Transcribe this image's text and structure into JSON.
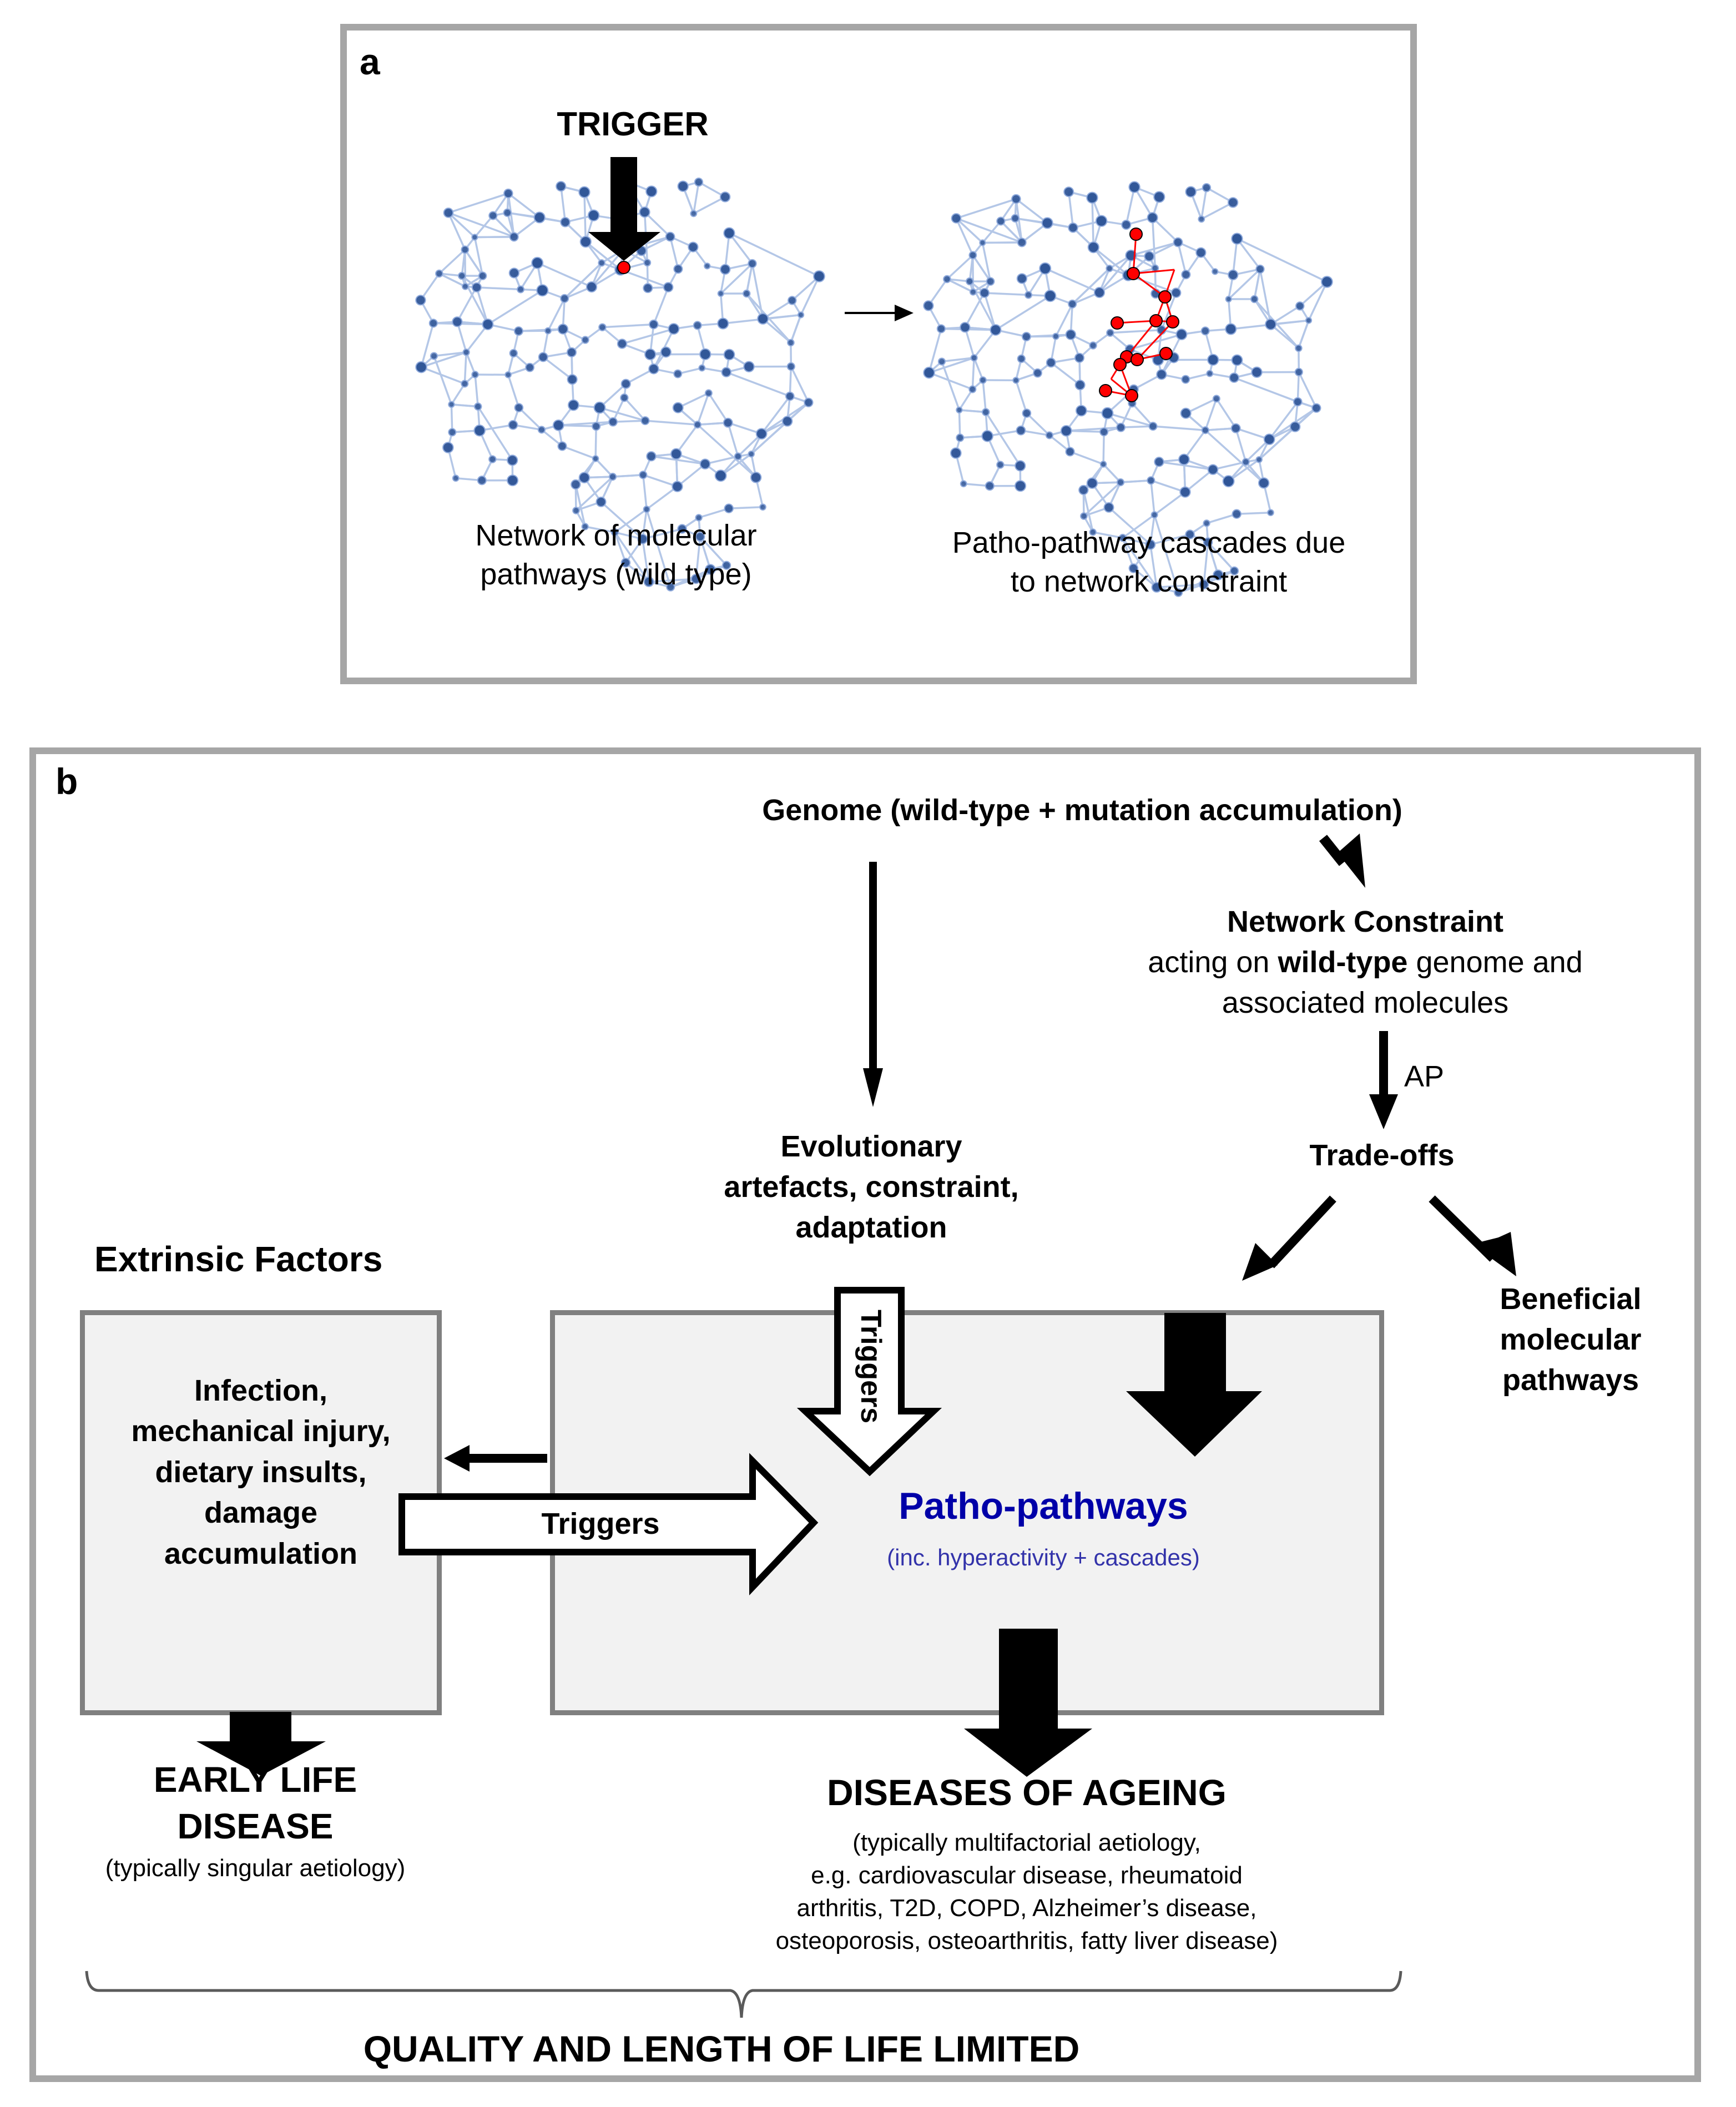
{
  "panel_a": {
    "label": "a",
    "trigger_label": "TRIGGER",
    "left_caption": [
      "Network of molecular",
      "pathways (wild type)"
    ],
    "right_caption": [
      "Patho-pathway cascades due",
      "to network constraint"
    ],
    "colors": {
      "node": "#2f5597",
      "edge": "#b4c7e7",
      "highlight": "#ff0000"
    }
  },
  "panel_b": {
    "label": "b",
    "genome": "Genome (wild-type + mutation accumulation)",
    "network_constraint": {
      "title": "Network Constraint",
      "line2_prefix": "acting on ",
      "line2_bold": "wild-type",
      "line2_suffix": " genome and",
      "line3": "associated molecules"
    },
    "ap_label": "AP",
    "trade_offs": "Trade-offs",
    "evolutionary": [
      "Evolutionary",
      "artefacts, constraint,",
      "adaptation"
    ],
    "beneficial": [
      "Beneficial",
      "molecular",
      "pathways"
    ],
    "extrinsic_title": "Extrinsic Factors",
    "extrinsic_items": [
      "Infection,",
      "mechanical injury,",
      "dietary insults,",
      "damage",
      "accumulation"
    ],
    "triggers_vertical": "Triggers",
    "triggers_horizontal": "Triggers",
    "patho": {
      "title": "Patho-pathways",
      "subtitle": "(inc. hyperactivity + cascades)",
      "color": "#0000a8",
      "subtitle_color": "#3333aa"
    },
    "early_life": {
      "title": [
        "EARLY LIFE",
        "DISEASE"
      ],
      "subtitle": "(typically singular aetiology)"
    },
    "diseases_of_ageing": {
      "title": "DISEASES OF AGEING",
      "details": [
        "(typically multifactorial aetiology,",
        "e.g. cardiovascular disease, rheumatoid",
        "arthritis, T2D, COPD, Alzheimer’s disease,",
        "osteoporosis, osteoarthritis, fatty liver disease)"
      ]
    },
    "conclusion": "QUALITY AND LENGTH OF LIFE LIMITED"
  }
}
